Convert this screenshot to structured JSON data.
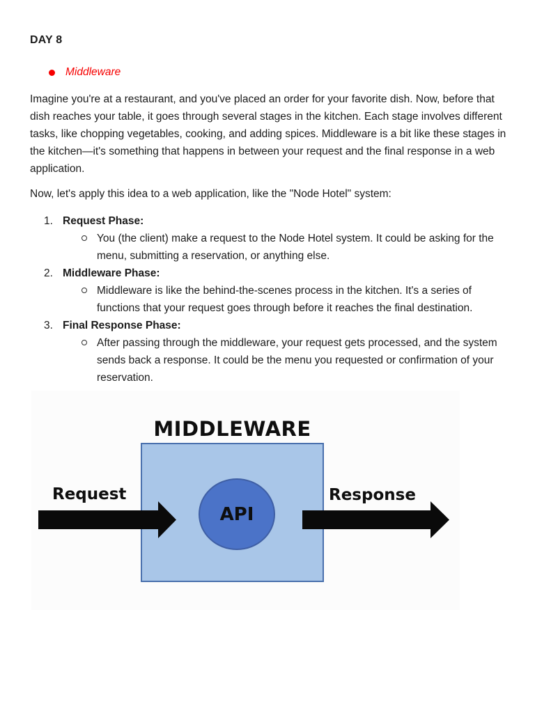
{
  "page": {
    "title": "DAY 8",
    "bullet_item": "Middleware",
    "paragraph1": "Imagine you're at a restaurant, and you've placed an order for your favorite dish. Now, before that dish reaches your table, it goes through several stages in the kitchen. Each stage involves different tasks, like chopping vegetables, cooking, and adding spices. Middleware is a bit like these stages in the kitchen—it's something that happens in between your request and the final response in a web application.",
    "paragraph2": "Now, let's apply this idea to a web application, like the \"Node Hotel\" system:",
    "numbered_list": [
      {
        "number": "1.",
        "label": "Request Phase:",
        "detail": "You (the client) make a request to the Node Hotel system. It could be asking for the menu, submitting a reservation, or anything else."
      },
      {
        "number": "2.",
        "label": "Middleware Phase:",
        "detail": "Middleware is like the behind-the-scenes process in the kitchen. It's a series of functions that your request goes through before it reaches the final destination."
      },
      {
        "number": "3.",
        "label": "Final Response Phase:",
        "detail": "After passing through the middleware, your request gets processed, and the system sends back a response. It could be the menu you requested or confirmation of your reservation."
      }
    ]
  },
  "diagram": {
    "title": "MIDDLEWARE",
    "request_label": "Request",
    "response_label": "Response",
    "api_label": "API",
    "colors": {
      "accent_red": "#f60000",
      "box_fill": "#a9c6e8",
      "box_border": "#4a70ad",
      "circle_fill": "#4b73c8",
      "circle_border": "#3f5fa5",
      "arrow_black": "#0a0a0a"
    }
  }
}
